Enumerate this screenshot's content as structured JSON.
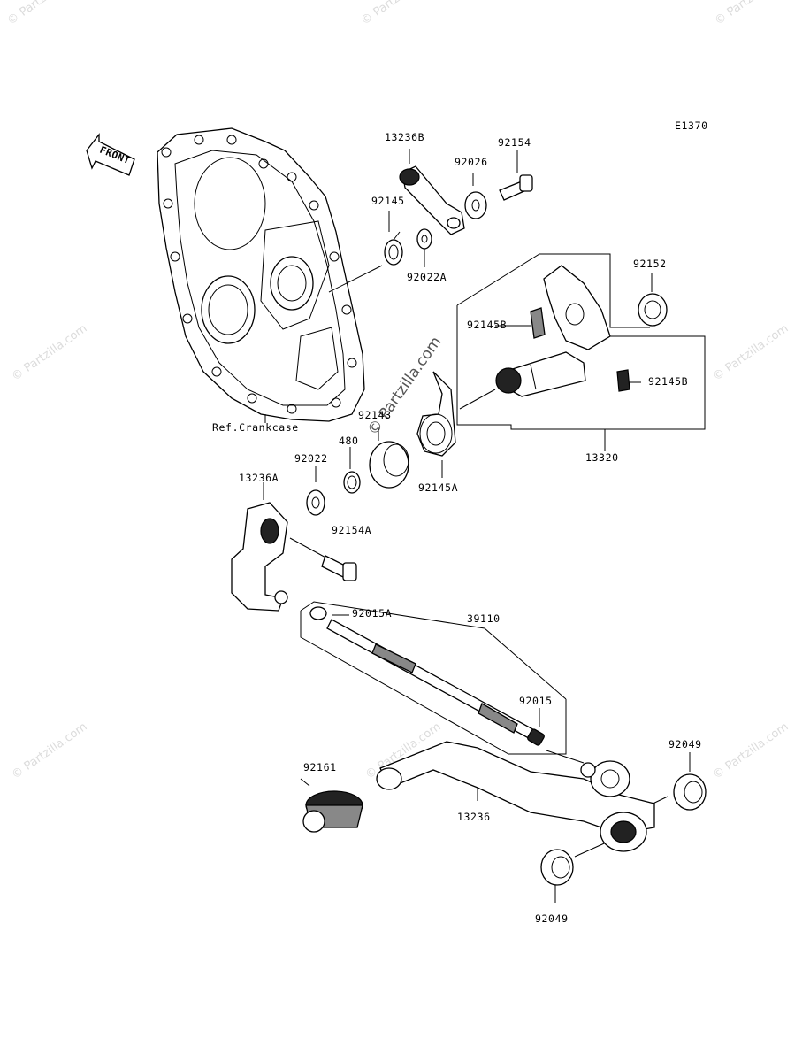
{
  "diagram_code": "E1370",
  "front_label": "FRONT",
  "ref_label": "Ref.Crankcase",
  "parts": {
    "p13236B": "13236B",
    "p92154": "92154",
    "p92026": "92026",
    "p92145": "92145",
    "p92022A": "92022A",
    "p92152": "92152",
    "p92145B_top": "92145B",
    "p92145B_right": "92145B",
    "p92143": "92143",
    "p13320": "13320",
    "p480": "480",
    "p92022": "92022",
    "p13236A": "13236A",
    "p92145A": "92145A",
    "p92154A": "92154A",
    "p92015A": "92015A",
    "p39110": "39110",
    "p92015": "92015",
    "p92049_right": "92049",
    "p92161": "92161",
    "p13236": "13236",
    "p92049_bottom": "92049"
  },
  "watermark": "© Partzilla.com",
  "colors": {
    "line": "#000000",
    "watermark": "#dcdcdc",
    "background": "#ffffff"
  }
}
